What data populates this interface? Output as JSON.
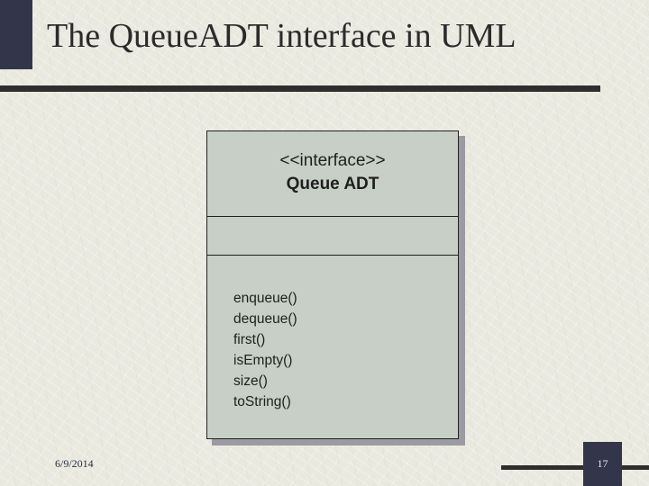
{
  "slide": {
    "title": "The QueueADT interface in UML",
    "date": "6/9/2014",
    "page_number": "17"
  },
  "uml": {
    "stereotype": "<<interface>>",
    "class_name": "Queue ADT",
    "attributes": [],
    "operations": [
      "enqueue()",
      "dequeue()",
      "first()",
      "isEmpty()",
      "size()",
      "toString()"
    ]
  },
  "colors": {
    "accent_dark": "#33364a",
    "rule": "#2e2e2e",
    "uml_fill": "#c7cfc6",
    "background": "#e9e9df"
  }
}
